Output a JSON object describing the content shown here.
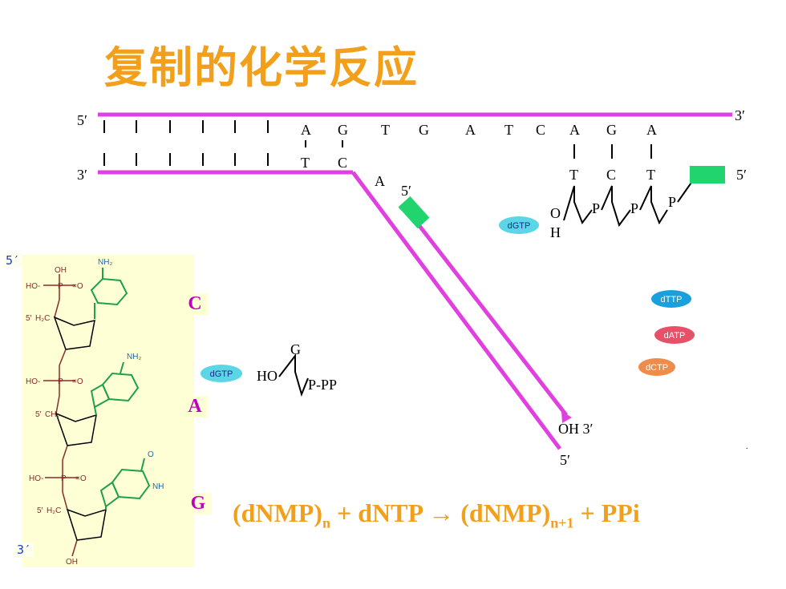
{
  "title": "复制的化学反应",
  "template_strand": {
    "left_end": "5′",
    "right_end": "3′",
    "bases": [
      "A",
      "G",
      "T",
      "G",
      "A",
      "T",
      "C",
      "A",
      "G",
      "A"
    ]
  },
  "primer_strand": {
    "left_end": "3′",
    "paired_bases": [
      "T",
      "C"
    ],
    "next_base": "A",
    "branch_five_prime": "5′",
    "lower_three_prime": "OH 3′",
    "lower_five_prime": "5′"
  },
  "incoming_chain": {
    "bases": [
      "T",
      "C",
      "T"
    ],
    "five_prime": "5′",
    "o_label": "O",
    "h_label": "H",
    "p_labels": [
      "P",
      "P",
      "P"
    ]
  },
  "nucleotides": {
    "dgtp_top": "dGTP",
    "dttp": "dTTP",
    "datp": "dATP",
    "dctp": "dCTP",
    "dgtp_mid": "dGTP"
  },
  "free_nucleotide": {
    "base": "G",
    "ho": "HO",
    "p_pp": "P-PP"
  },
  "structure": {
    "five_prime": "5′",
    "three_prime": "3′",
    "base_c": "C",
    "base_a": "A",
    "base_g": "G"
  },
  "equation": {
    "part1": "(dNMP)",
    "sub_n": "n",
    "part2": " + dNTP → (dNMP)",
    "sub_n1": "n+1",
    "part3": " + PPi"
  },
  "colors": {
    "title": "#f2a01c",
    "strand": "#e040e0",
    "primer_block": "#22d46e",
    "dgtp": "#5ad6e6",
    "dttp": "#1aa0dc",
    "datp": "#e65068",
    "dctp": "#ee8c4c",
    "panel": "#ffffd6",
    "base_label": "#c000c0",
    "end_label": "#1a3ec8"
  }
}
